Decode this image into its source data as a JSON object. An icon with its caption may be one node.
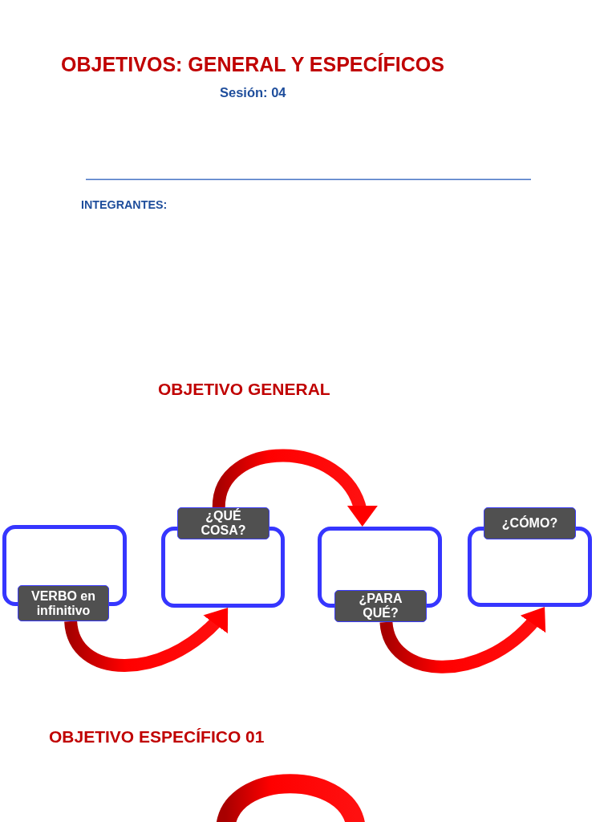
{
  "diagram": {
    "title": "OBJETIVOS: GENERAL Y ESPECÍFICOS",
    "nodes": [
      {
        "text": [],
        "shape": "box"
      },
      {
        "text": [
          "VERBO en infinitivo"
        ]
      },
      {
        "text": [],
        "shape": "box"
      },
      {
        "text": [
          "¿QUÉ COSA?"
        ]
      },
      {
        "text": [],
        "shape": "box"
      },
      {
        "text": [
          "¿PARA QUÉ?"
        ]
      },
      {
        "text": [],
        "shape": "box"
      },
      {
        "text": [
          "¿CÓMO?"
        ]
      }
    ],
    "edges": [
      {
        "from": 1,
        "to": 2,
        "arrow": "to"
      },
      {
        "from": 3,
        "to": 4,
        "arrow": "to"
      },
      {
        "from": 5,
        "to": 6,
        "arrow": "to"
      }
    ],
    "labels": [
      "Sesión: 04",
      "INTEGRANTES:",
      "OBJETIVO GENERAL",
      "OBJETIVO ESPECÍFICO 01"
    ]
  }
}
